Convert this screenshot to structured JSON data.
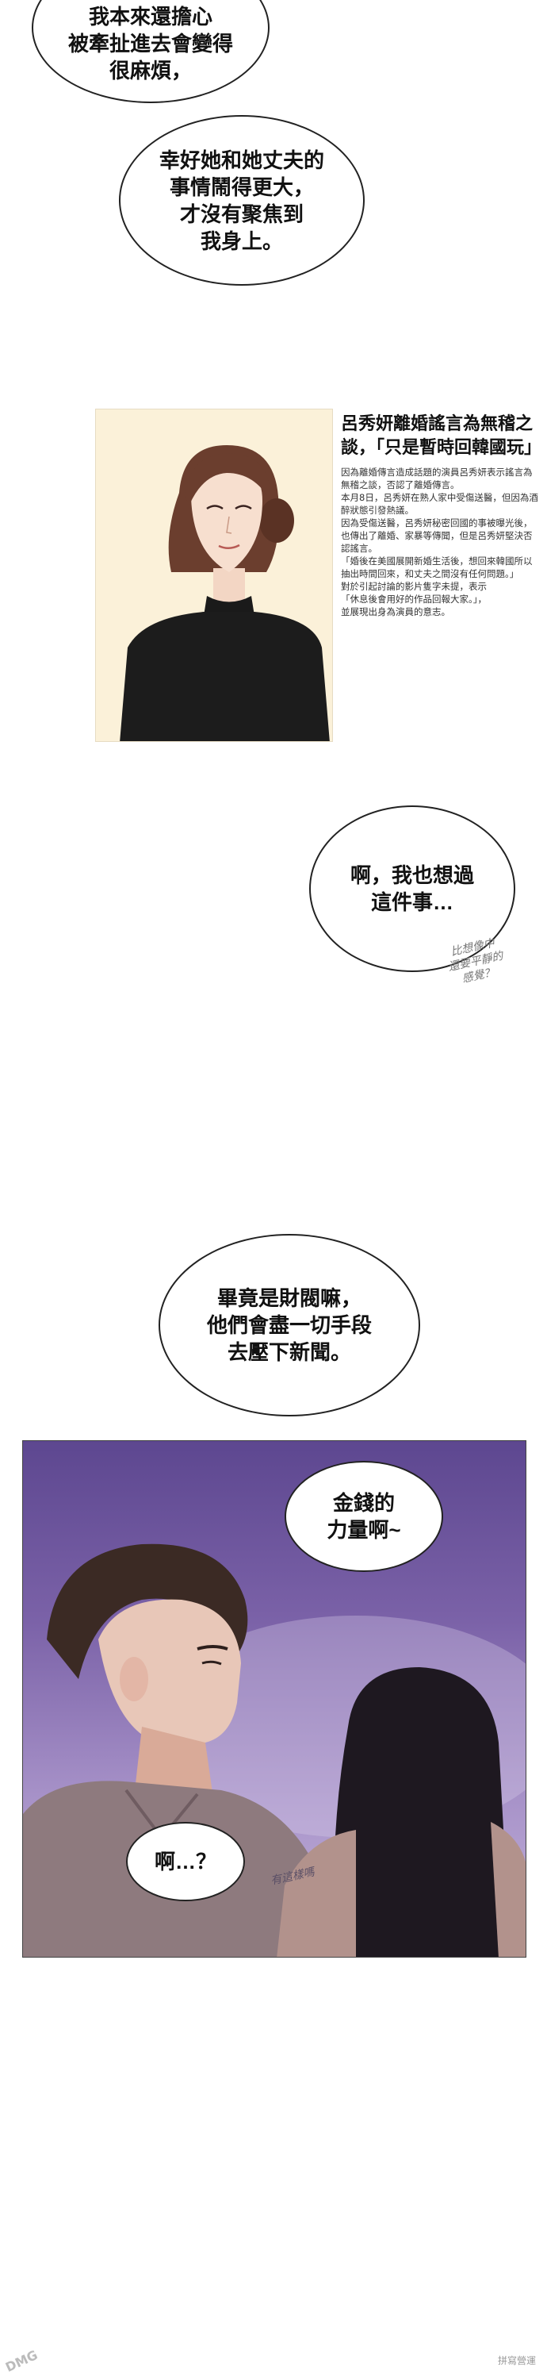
{
  "bubbles": {
    "b1": "我本來還擔心\n被牽扯進去會變得\n很麻煩，",
    "b2": "幸好她和她丈夫的\n事情鬧得更大，\n才沒有聚焦到\n我身上。",
    "b3": "啊，我也想過\n這件事…",
    "b4": "畢竟是財閥嘛，\n他們會盡一切手段\n去壓下新聞。",
    "b5": "金錢的\n力量啊~",
    "b6": "啊…？"
  },
  "news": {
    "title": "呂秀妍離婚謠言為無稽之談，「只是暫時回韓國玩」",
    "body": [
      "因為離婚傳言造成話題的演員呂秀妍表示謠言為無稽之談，否認了離婚傳言。",
      "本月8日，呂秀妍在熟人家中受傷送醫，但因為酒醉狀態引發熱議。",
      "因為受傷送醫，呂秀妍秘密回國的事被曝光後，也傳出了離婚、家暴等傳聞，但是呂秀妍堅決否認謠言。",
      "「婚後在美國展開新婚生活後，想回來韓國所以抽出時間回來，和丈夫之間沒有任何問題。」",
      "對於引起討論的影片隻字未提，表示",
      "「休息後會用好的作品回報大家。」，",
      "並展現出身為演員的意志。"
    ]
  },
  "notes": {
    "n1": "比想像中\n還要平靜的\n感覺？",
    "n2": "有這樣嗎"
  },
  "watermark": "拼寫營運",
  "logo": "DMG"
}
